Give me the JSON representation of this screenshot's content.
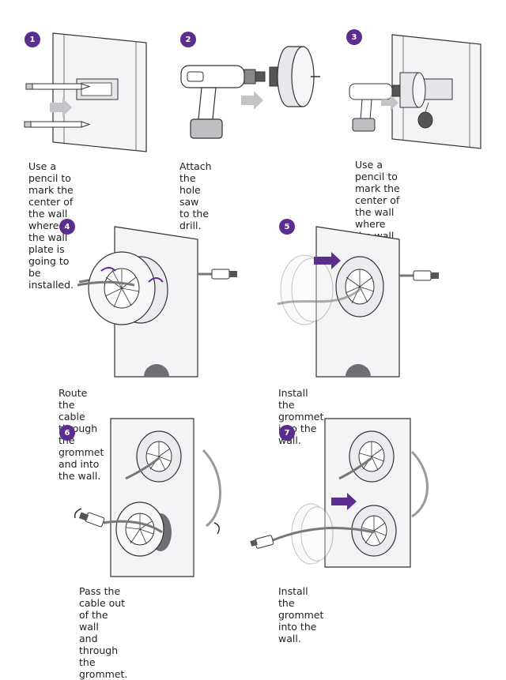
{
  "accent_color": "#5b2d8e",
  "arrow_color": "#c4c4c8",
  "steps": [
    {
      "number": "1",
      "caption": "Use a pencil to mark the\ncenter of the wall where\nthe wall plate is going to\nbe installed."
    },
    {
      "number": "2",
      "caption": "Attach the hole saw to the drill."
    },
    {
      "number": "3",
      "caption": "Use a pencil to mark the\ncenter of the wall where\nthe wall plate is going to\nbe installed."
    },
    {
      "number": "4",
      "caption": "Route the cable through the grommet\nand into the wall."
    },
    {
      "number": "5",
      "caption": "Install the grommet into the wall."
    },
    {
      "number": "6",
      "caption": "Pass the cable out of the wall\nand through the grommet."
    },
    {
      "number": "7",
      "caption": "Install the grommet into the wall."
    }
  ]
}
